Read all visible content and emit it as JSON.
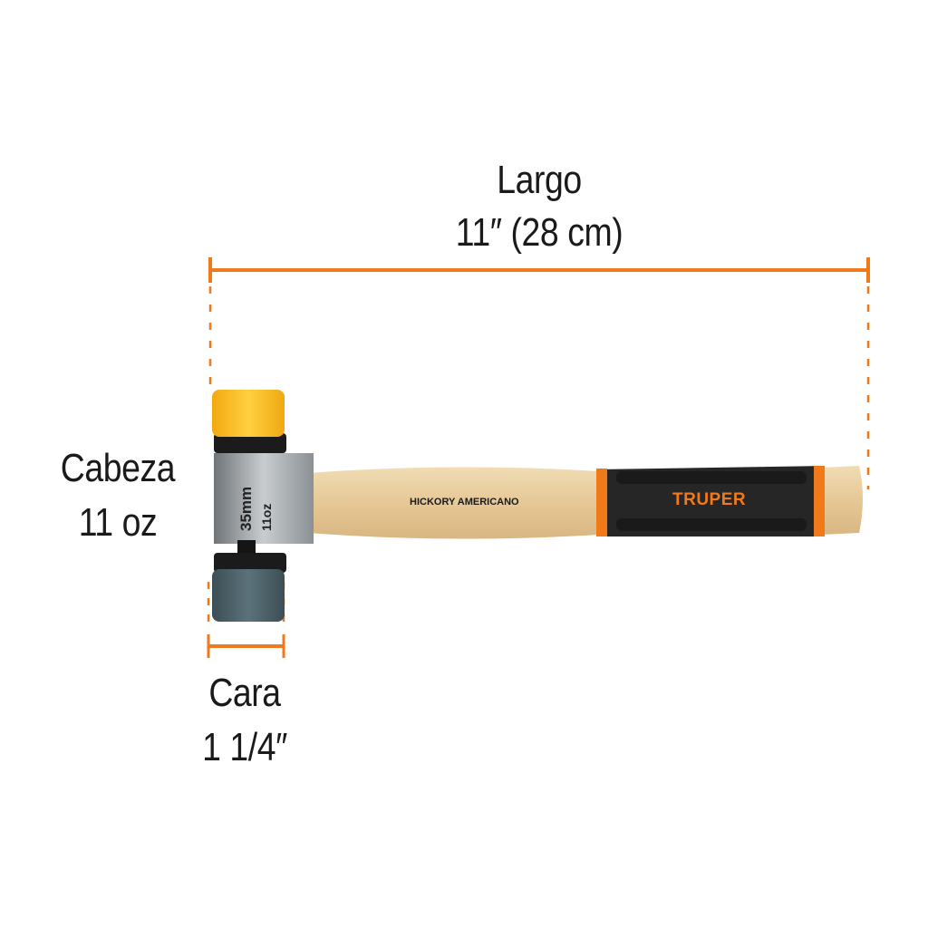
{
  "largo": {
    "title": "Largo",
    "value": "11″ (28 cm)"
  },
  "cabeza": {
    "title": "Cabeza",
    "value": "11 oz"
  },
  "cara": {
    "title": "Cara",
    "value": "1 1/4″"
  },
  "hammer": {
    "head_marking_size": "35mm",
    "head_marking_weight": "11oz",
    "handle_text": "HICKORY AMERICANO",
    "brand": "TRUPER"
  },
  "colors": {
    "accent": "#f07a1a",
    "yellow_face": "#f7b51f",
    "gray_face": "#4a5e66",
    "grip": "#2a2a2a",
    "wood": "#e9cfa0"
  }
}
